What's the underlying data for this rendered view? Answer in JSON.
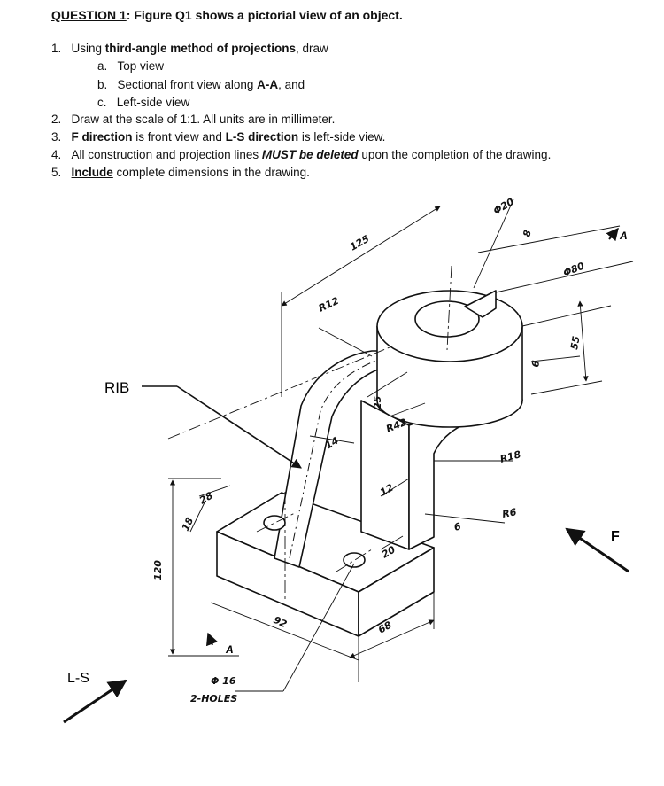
{
  "question": {
    "label": "QUESTION 1",
    "text": ": Figure Q1 shows a pictorial view of an object."
  },
  "instructions": {
    "item1_num": "1.",
    "item1_a": "Using ",
    "item1_b": "third-angle method of projections",
    "item1_c": ", draw",
    "sub_a_num": "a.",
    "sub_a": "Top view",
    "sub_b_num": "b.",
    "sub_b_1": "Sectional front view along ",
    "sub_b_2": "A-A",
    "sub_b_3": ", and",
    "sub_c_num": "c.",
    "sub_c": "Left-side view",
    "item2_num": "2.",
    "item2": "Draw at the scale of 1:1. All units are in millimeter.",
    "item3_num": "3.",
    "item3_a": "F direction",
    "item3_b": " is front view and ",
    "item3_c": "L-S direction",
    "item3_d": " is left-side view.",
    "item4_num": "4.",
    "item4_a": "All construction and projection lines ",
    "item4_b": "MUST be deleted",
    "item4_c": " upon the completion of the drawing.",
    "item5_num": "5.",
    "item5_a": "Include",
    "item5_b": " complete dimensions in the drawing."
  },
  "figure": {
    "rib_label": "RIB",
    "ls_label": "L-S",
    "f_label": "F",
    "section_a": "A",
    "dims": {
      "d125": "125",
      "d020": "Φ20",
      "d8": "8",
      "d080": "Φ80",
      "r12": "R12",
      "d25": "25",
      "r42": "R42",
      "d14": "14",
      "d6": "6",
      "d55": "55",
      "r18": "R18",
      "d28": "28",
      "d18": "18",
      "d12": "12",
      "d6b": "6",
      "r6": "R6",
      "d120": "120",
      "d20": "20",
      "d92": "92",
      "d68": "68",
      "hole": "Φ 16",
      "holes": "2-HOLES"
    }
  }
}
